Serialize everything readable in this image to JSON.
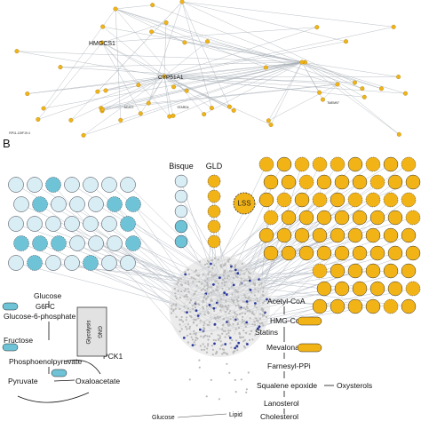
{
  "panel_b_label": "B",
  "top_labels": [
    {
      "text": "HMGCS1"
    },
    {
      "text": "CYP51A1"
    },
    {
      "text": "ACAT2"
    },
    {
      "text": "STARD4"
    },
    {
      "text": "TMEM97"
    },
    {
      "text": "RP11-119F19.4"
    }
  ],
  "group_headers": {
    "bisque": "Bisque",
    "gld": "GLD"
  },
  "big_node": "LSS",
  "glucose_pathway": {
    "glucose": "Glucose",
    "g6p": "Glucose-6-phosphate",
    "g6pc": "G6PC",
    "fructose": "Fructose",
    "pep": "Phosphoenolpyruvate",
    "pyruvate": "Pyruvate",
    "oxaloacetate": "Oxaloacetate",
    "pck1": "PCK1",
    "glycolysis": "Glycolysis",
    "gng": "GNG"
  },
  "cholesterol_pathway": {
    "acetyl": "Acetyl-CoA",
    "hmg": "HMG-CoA",
    "statins": "Statins",
    "mevalonate": "Mevalonate",
    "farnesyl": "Farnesyl-PPi",
    "squalene": "Squalene epoxide",
    "oxysterols": "Oxysterols",
    "lanosterol": "Lanosterol",
    "cholesterol": "Cholesterol"
  },
  "bottom_labels": {
    "glucose": "Glucose",
    "lipid": "Lipid"
  },
  "colors": {
    "gold": "#F2B317",
    "blue": "#6EC3D6",
    "lightblue": "#D9EEF4",
    "edge": "#9aa3ad",
    "dark_blue": "#2a3a9e"
  }
}
